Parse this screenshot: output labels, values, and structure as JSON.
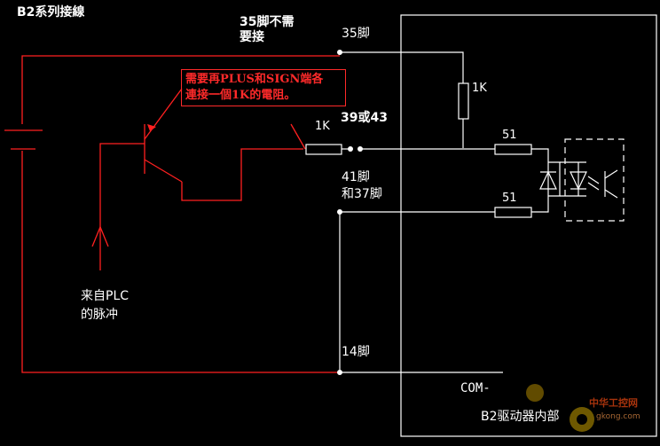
{
  "title": "B2系列接線",
  "note": {
    "line1": "需要再PLUS和SIGN端各",
    "line2": "連接一個1K的電阻。"
  },
  "labels": {
    "pin35_note": [
      "35脚不需",
      "要接"
    ],
    "pin35": "35脚",
    "r_top": "1K",
    "r_input": "1K",
    "pin39_43": "39或43",
    "r51_top": "51",
    "r51_bottom": "51",
    "pin41_37": [
      "41脚",
      "和37脚"
    ],
    "plc_source": [
      "来自PLC",
      "的脉冲"
    ],
    "pin14": "14脚",
    "com": "COM-",
    "driver_internal": "B2驱动器内部"
  },
  "watermark": {
    "text": "中华工控网",
    "url": "gkong.com"
  },
  "colors": {
    "background": "#000000",
    "wire_external": "#ff2020",
    "wire_internal": "#ffffff",
    "label_text": "#ffffff",
    "note_text": "#ff2a2a"
  }
}
